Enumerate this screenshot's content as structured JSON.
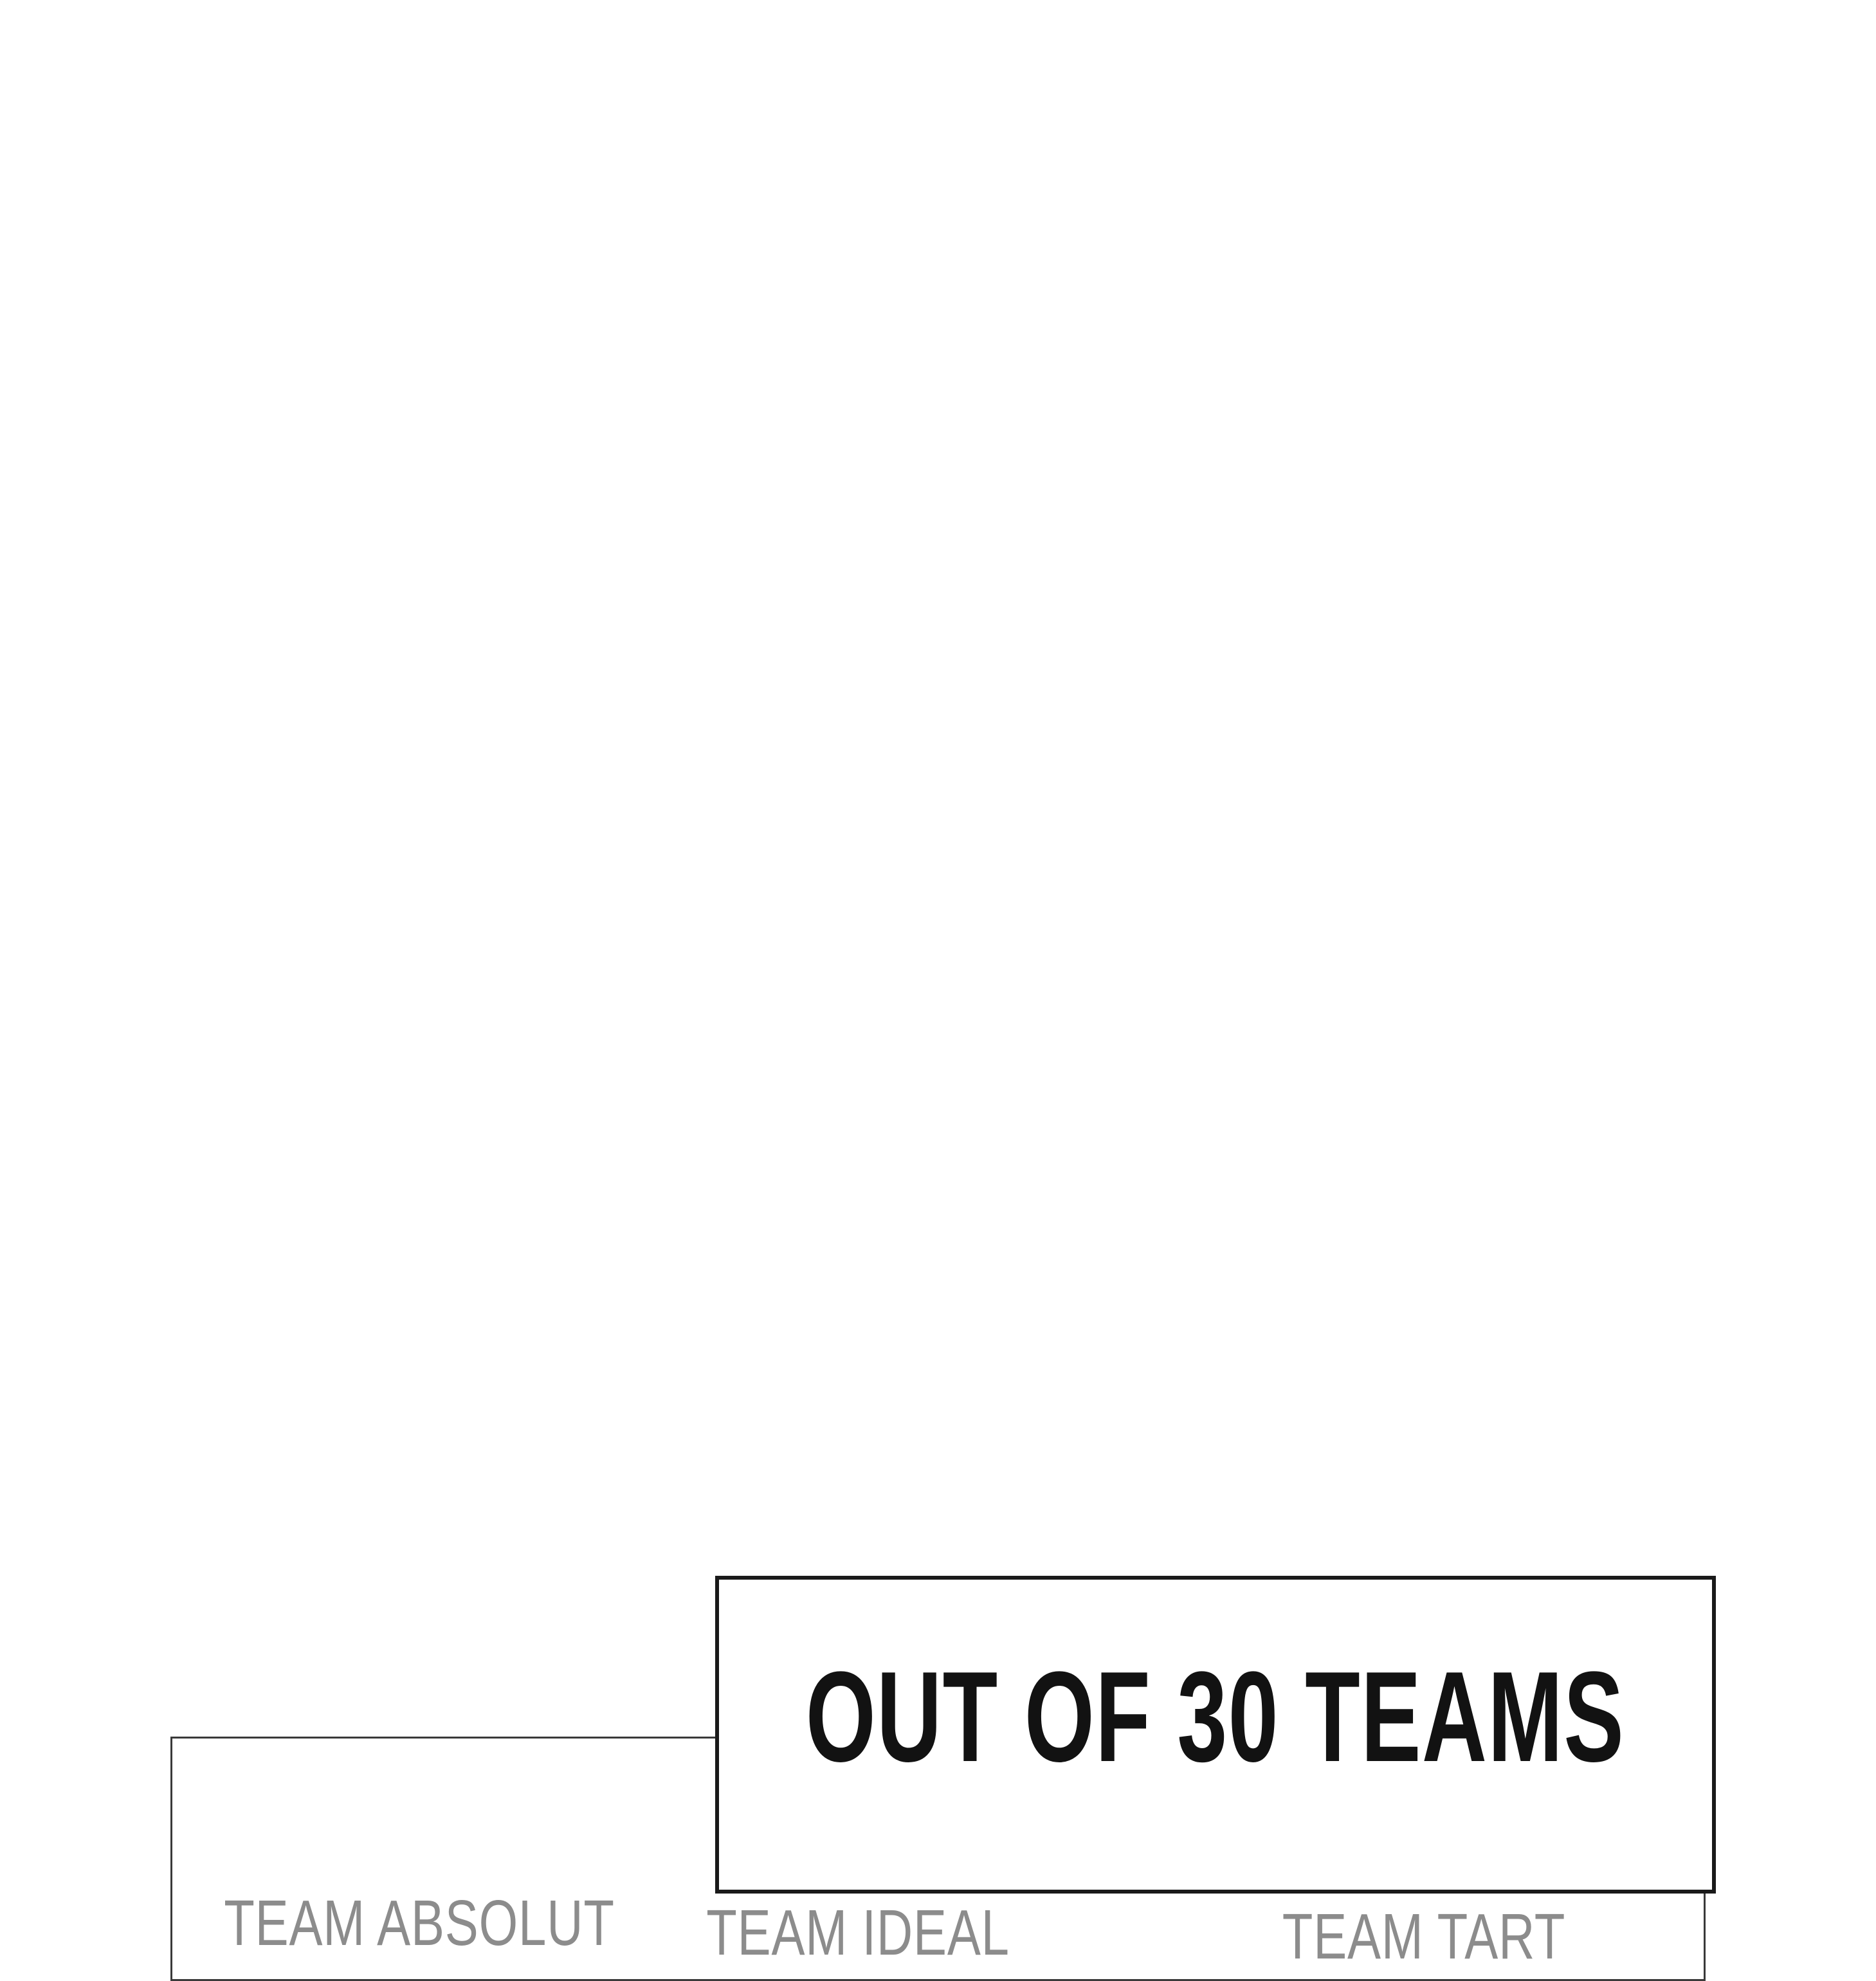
{
  "comic": {
    "speech_box": {
      "text": "OUT OF 30 TEAMS"
    },
    "teams_panel": {
      "labels": [
        {
          "text": "TEAM ABSOLUT"
        },
        {
          "text": "TEAM IDEAL"
        },
        {
          "text": "TEAM TART"
        }
      ]
    },
    "colors": {
      "background": "#ffffff",
      "speech_box_border": "#1a1a1a",
      "speech_text": "#121212",
      "teams_panel_border": "#3a3a3a",
      "team_label_text": "#8c8c8c"
    }
  }
}
